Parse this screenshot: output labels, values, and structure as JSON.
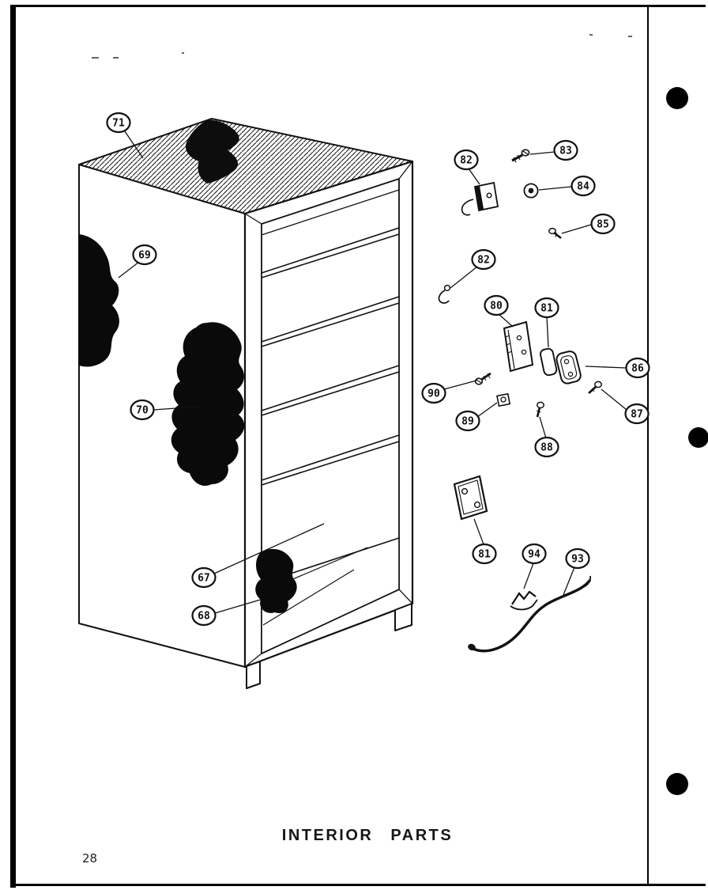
{
  "page": {
    "title": "INTERIOR PARTS",
    "page_number": "28"
  },
  "diagram": {
    "description": "Exploded parts diagram of upright freezer cabinet interior",
    "callouts": [
      {
        "label": "71"
      },
      {
        "label": "69"
      },
      {
        "label": "70"
      },
      {
        "label": "67"
      },
      {
        "label": "68"
      },
      {
        "label": "82"
      },
      {
        "label": "83"
      },
      {
        "label": "84"
      },
      {
        "label": "85"
      },
      {
        "label": "82"
      },
      {
        "label": "80"
      },
      {
        "label": "81"
      },
      {
        "label": "86"
      },
      {
        "label": "90"
      },
      {
        "label": "89"
      },
      {
        "label": "88"
      },
      {
        "label": "87"
      },
      {
        "label": "81"
      },
      {
        "label": "94"
      },
      {
        "label": "93"
      }
    ]
  }
}
